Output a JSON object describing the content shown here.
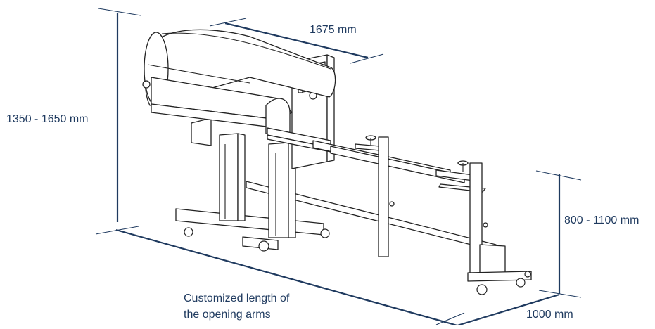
{
  "dimensions": {
    "top_length": "1675 mm",
    "total_height": "1350 - 1650 mm",
    "table_height": "800 - 1100 mm",
    "depth": "1000 mm",
    "arms_note_line1": "Customized length of",
    "arms_note_line2": "the opening arms"
  },
  "colors": {
    "dimension": "#1f3a5f",
    "outline": "#222222"
  }
}
